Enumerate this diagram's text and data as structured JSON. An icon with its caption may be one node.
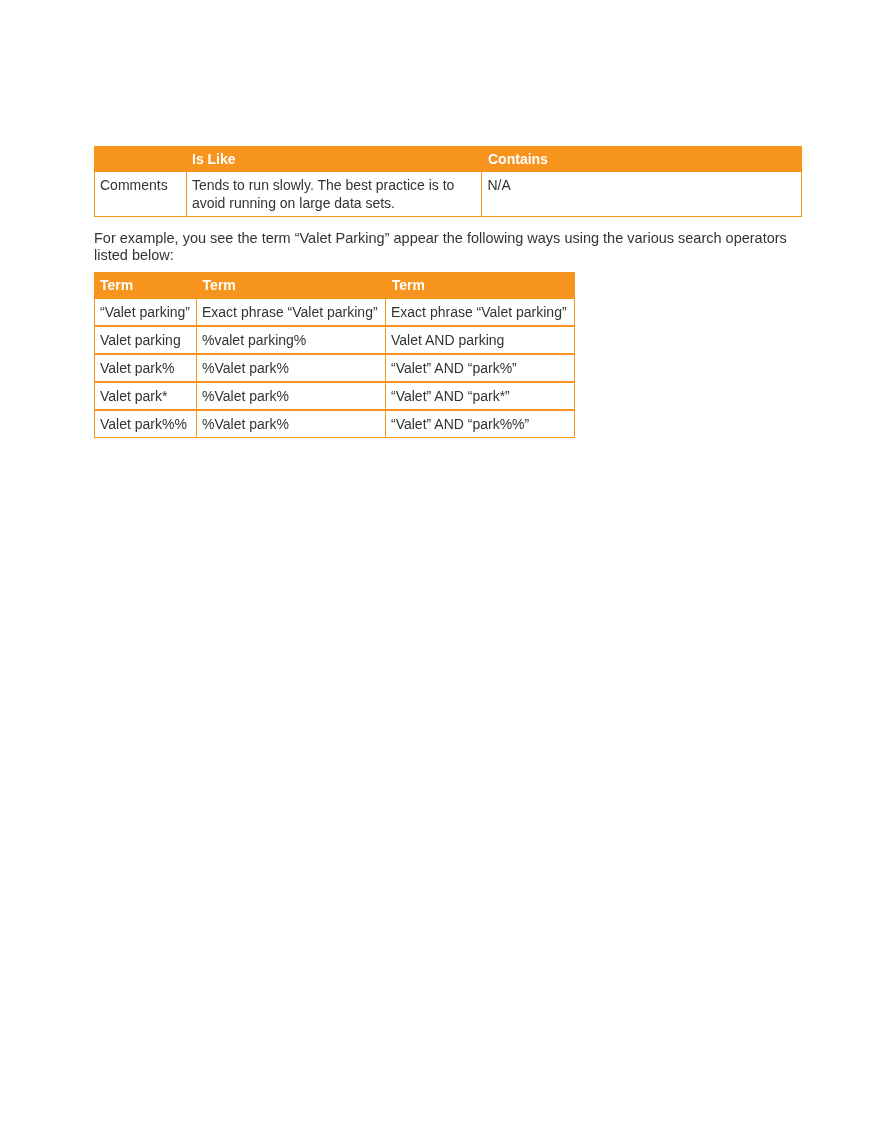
{
  "diagram": {
    "labels": [
      "Is Like",
      "Contains",
      "Comments",
      "Tends to run slowly. The best practice is to avoid running on large data sets.",
      "N/A",
      "For example, you see the term “Valet Parking” appear the following ways using the various search operators listed below:",
      "Term",
      "Term",
      "Term",
      "“Valet parking”",
      "Exact phrase “Valet parking”",
      "Exact phrase “Valet parking”",
      "Valet parking",
      "%valet parking%",
      "Valet AND parking",
      "Valet park%",
      "%Valet park%",
      "“Valet” AND “park%”",
      "Valet park*",
      "%Valet park%",
      "“Valet” AND “park*”",
      "Valet park%%",
      "%Valet park%",
      "“Valet” AND “park%%”"
    ]
  }
}
